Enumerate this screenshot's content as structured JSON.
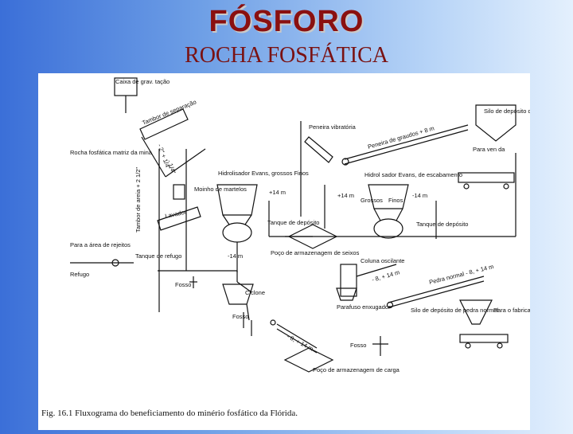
{
  "header": {
    "title": "FÓSFORO",
    "subtitle": "ROCHA FOSFÁTICA"
  },
  "diagram": {
    "labels": {
      "caixa": "Caixa de grav. tação",
      "tambor": "Tambor de separação",
      "peneira_vibratoria": "Peneira vibratória",
      "peneira_grauda": "Peneira de graudos + 8 m",
      "silo_grauda": "Silo de depósito de pedra graúda",
      "para_venda": "Para ven da",
      "rocha": "Rocha fosfática matriz da mina",
      "moinho": "Moinho de martelos",
      "hidrolisador_a": "Hidrolisador Evans, grossos Finos",
      "hidrolisador_b": "Hidrol sador Evans, de escabamento",
      "grossos": "Grossos",
      "finos": "Finos",
      "lavador": "Lavador",
      "tambor_areia": "Tambor de areia + 2 1/2\"",
      "menos_14a": "-14 m",
      "mais_14a": "+14 m",
      "mais_14b": "+14 m",
      "menos_14b": "-14 m",
      "tanque_dep_a": "Tanque de depósito",
      "tanque_dep_b": "Tanque de depósito",
      "para_area": "Para a área de rejeitos",
      "tanque_refugo": "Tanque de refugo",
      "refugo": "Refugo",
      "poco_seixos": "Poço de armazenagem de seixos",
      "coluna": "Coluna oscilante",
      "pedra_normal": "Pedra normal - 8, + 14 m",
      "menos_8": "- 8, + 14 m",
      "parafuso": "Parafuso enxugador",
      "silo_normal": "Silo de depósito de pedra normal",
      "para_fabricante": "Para o fabricante de fosfat",
      "ciclone": "Ciclone",
      "fosso_a": "Fosso",
      "fosso_b": "Fosso",
      "fosso_c": "Fosso",
      "menos_8_b": "- 8, + 14 m",
      "poco_carga": "Poço de armazenagem de carga",
      "tamanho_2": "- 2\" + 1/4\"",
      "tamanho_1": "- 1/4\""
    },
    "caption": "Fig. 16.1 Fluxograma do beneficiamento do minério fosfático da Flórida."
  }
}
